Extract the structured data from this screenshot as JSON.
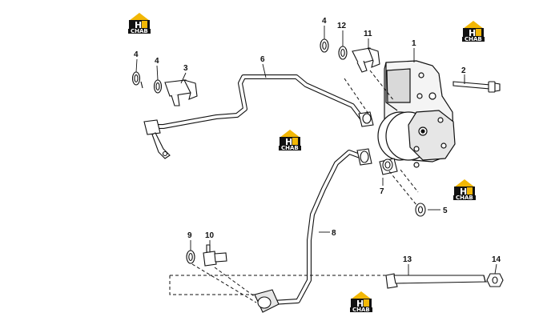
{
  "callouts": [
    {
      "id": "c1",
      "text": "1"
    },
    {
      "id": "c2",
      "text": "2"
    },
    {
      "id": "c3",
      "text": "3"
    },
    {
      "id": "c4a",
      "text": "4"
    },
    {
      "id": "c4b",
      "text": "4"
    },
    {
      "id": "c4c",
      "text": "4"
    },
    {
      "id": "c5",
      "text": "5"
    },
    {
      "id": "c6",
      "text": "6"
    },
    {
      "id": "c7",
      "text": "7"
    },
    {
      "id": "c8",
      "text": "8"
    },
    {
      "id": "c9",
      "text": "9"
    },
    {
      "id": "c10",
      "text": "10"
    },
    {
      "id": "c11",
      "text": "11"
    },
    {
      "id": "c12",
      "text": "12"
    },
    {
      "id": "c13",
      "text": "13"
    },
    {
      "id": "c14",
      "text": "14"
    }
  ],
  "watermark": {
    "brand_text": "CHAB",
    "accent_color": "#f2b705",
    "dark_color": "#111111"
  },
  "colors": {
    "line": "#111111",
    "shade": "#d9d9d9",
    "dark_shade": "#9a9a9a"
  }
}
